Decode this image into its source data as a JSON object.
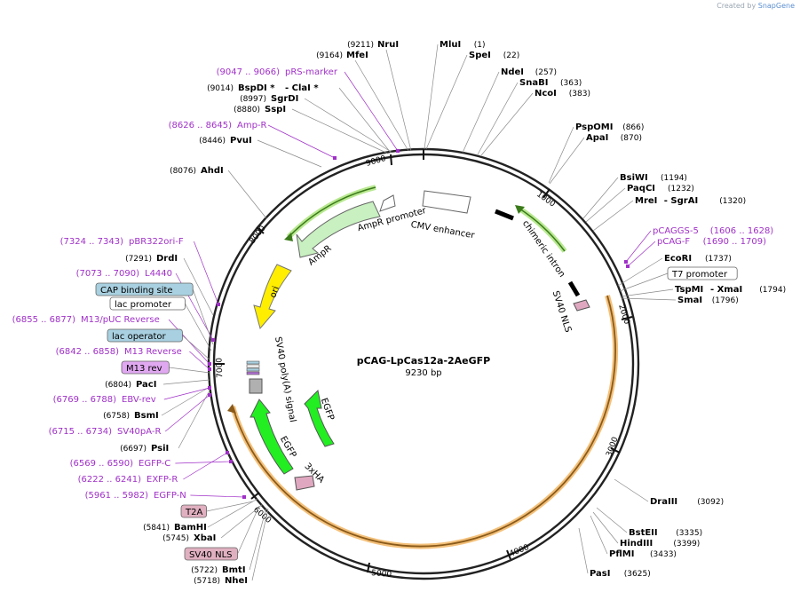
{
  "credit": {
    "prefix": "Created by",
    "brand": "SnapGene"
  },
  "plasmid": {
    "name": "pCAG-LpCas12a-2AeGFP",
    "size": "9230 bp"
  },
  "ticks": [
    "1000",
    "2000",
    "3000",
    "4000",
    "5000",
    "6000",
    "7000",
    "8000",
    "9000"
  ],
  "enzymes_right": [
    {
      "pos": "(9211)",
      "name": "NruI"
    },
    {
      "pos": "(9164)",
      "name": "MfeI"
    },
    {
      "name": "MluI",
      "pos": "(1)"
    },
    {
      "name": "SpeI",
      "pos": "(22)"
    },
    {
      "name": "NdeI",
      "pos": "(257)"
    },
    {
      "name": "SnaBI",
      "pos": "(363)"
    },
    {
      "name": "NcoI",
      "pos": "(383)"
    },
    {
      "name": "PspOMI",
      "pos": "(866)"
    },
    {
      "name": "ApaI",
      "pos": "(870)"
    },
    {
      "name": "BsiWI",
      "pos": "(1194)"
    },
    {
      "name": "PaqCI",
      "pos": "(1232)"
    },
    {
      "name": "MreI",
      "mid": "- SgrAI",
      "pos": "(1320)"
    },
    {
      "name": "EcoRI",
      "pos": "(1737)"
    },
    {
      "name": "TspMI",
      "mid": "- XmaI",
      "pos": "(1794)"
    },
    {
      "name": "SmaI",
      "pos": "(1796)"
    },
    {
      "name": "DraIII",
      "pos": "(3092)"
    },
    {
      "name": "BstEII",
      "pos": "(3335)"
    },
    {
      "name": "HindIII",
      "pos": "(3399)"
    },
    {
      "name": "PflMI",
      "pos": "(3433)"
    },
    {
      "name": "PasI",
      "pos": "(3625)"
    }
  ],
  "enzymes_left": [
    {
      "pos": "(9014)",
      "name": "BspDI *",
      "mid": "- ClaI *"
    },
    {
      "pos": "(8997)",
      "name": "SgrDI"
    },
    {
      "pos": "(8880)",
      "name": "SspI"
    },
    {
      "pos": "(8446)",
      "name": "PvuI"
    },
    {
      "pos": "(8076)",
      "name": "AhdI"
    },
    {
      "pos": "(7291)",
      "name": "DrdI"
    },
    {
      "pos": "(6804)",
      "name": "PacI"
    },
    {
      "pos": "(6758)",
      "name": "BsmI"
    },
    {
      "pos": "(6697)",
      "name": "PsiI"
    },
    {
      "pos": "(5841)",
      "name": "BamHI"
    },
    {
      "pos": "(5745)",
      "name": "XbaI"
    },
    {
      "pos": "(5722)",
      "name": "BmtI"
    },
    {
      "pos": "(5718)",
      "name": "NheI"
    }
  ],
  "primers": [
    {
      "range": "(9047 .. 9066)",
      "name": "pRS-marker"
    },
    {
      "range": "(8626 .. 8645)",
      "name": "Amp-R"
    },
    {
      "range": "(7324 .. 7343)",
      "name": "pBR322ori-F"
    },
    {
      "range": "(7073 .. 7090)",
      "name": "L4440"
    },
    {
      "range": "(6855 .. 6877)",
      "name": "M13/pUC Reverse"
    },
    {
      "range": "(6842 .. 6858)",
      "name": "M13 Reverse"
    },
    {
      "range": "(6769 .. 6788)",
      "name": "EBV-rev"
    },
    {
      "range": "(6715 .. 6734)",
      "name": "SV40pA-R"
    },
    {
      "range": "(6569 .. 6590)",
      "name": "EGFP-C"
    },
    {
      "range": "(6222 .. 6241)",
      "name": "EXFP-R"
    },
    {
      "range": "(5961 .. 5982)",
      "name": "EGFP-N"
    },
    {
      "name": "pCAGGS-5",
      "range": "(1606 .. 1628)"
    },
    {
      "name": "pCAG-F",
      "range": "(1690 .. 1709)"
    }
  ],
  "boxed_labels": [
    {
      "text": "CAP binding site",
      "color": "#a8d0e0"
    },
    {
      "text": "lac promoter",
      "color": "#ffffff"
    },
    {
      "text": "lac operator",
      "color": "#a8d0e0"
    },
    {
      "text": "M13 rev",
      "color": "#e0a8f0"
    },
    {
      "text": "T2A",
      "color": "#e0b0c0"
    },
    {
      "text": "SV40 NLS",
      "color": "#e0b0c0"
    },
    {
      "text": "T7 promoter",
      "color": "#ffffff"
    }
  ],
  "features": [
    {
      "name": "CMV enhancer",
      "color": "#ffffff"
    },
    {
      "name": "AmpR promoter",
      "color": "#ffffff"
    },
    {
      "name": "AmpR",
      "color": "#c8f0c0"
    },
    {
      "name": "ori",
      "color": "#ffee00"
    },
    {
      "name": "SV40 poly(A) signal",
      "color": "#b0b0b0"
    },
    {
      "name": "EGFP",
      "color": "#22ee22"
    },
    {
      "name": "EGFP",
      "color": "#22ee22"
    },
    {
      "name": "3xHA",
      "color": "#e0a8c0"
    },
    {
      "name": "chimeric intron",
      "color": "#000000"
    },
    {
      "name": "SV40 NLS",
      "color": "#e0a8c0"
    }
  ]
}
